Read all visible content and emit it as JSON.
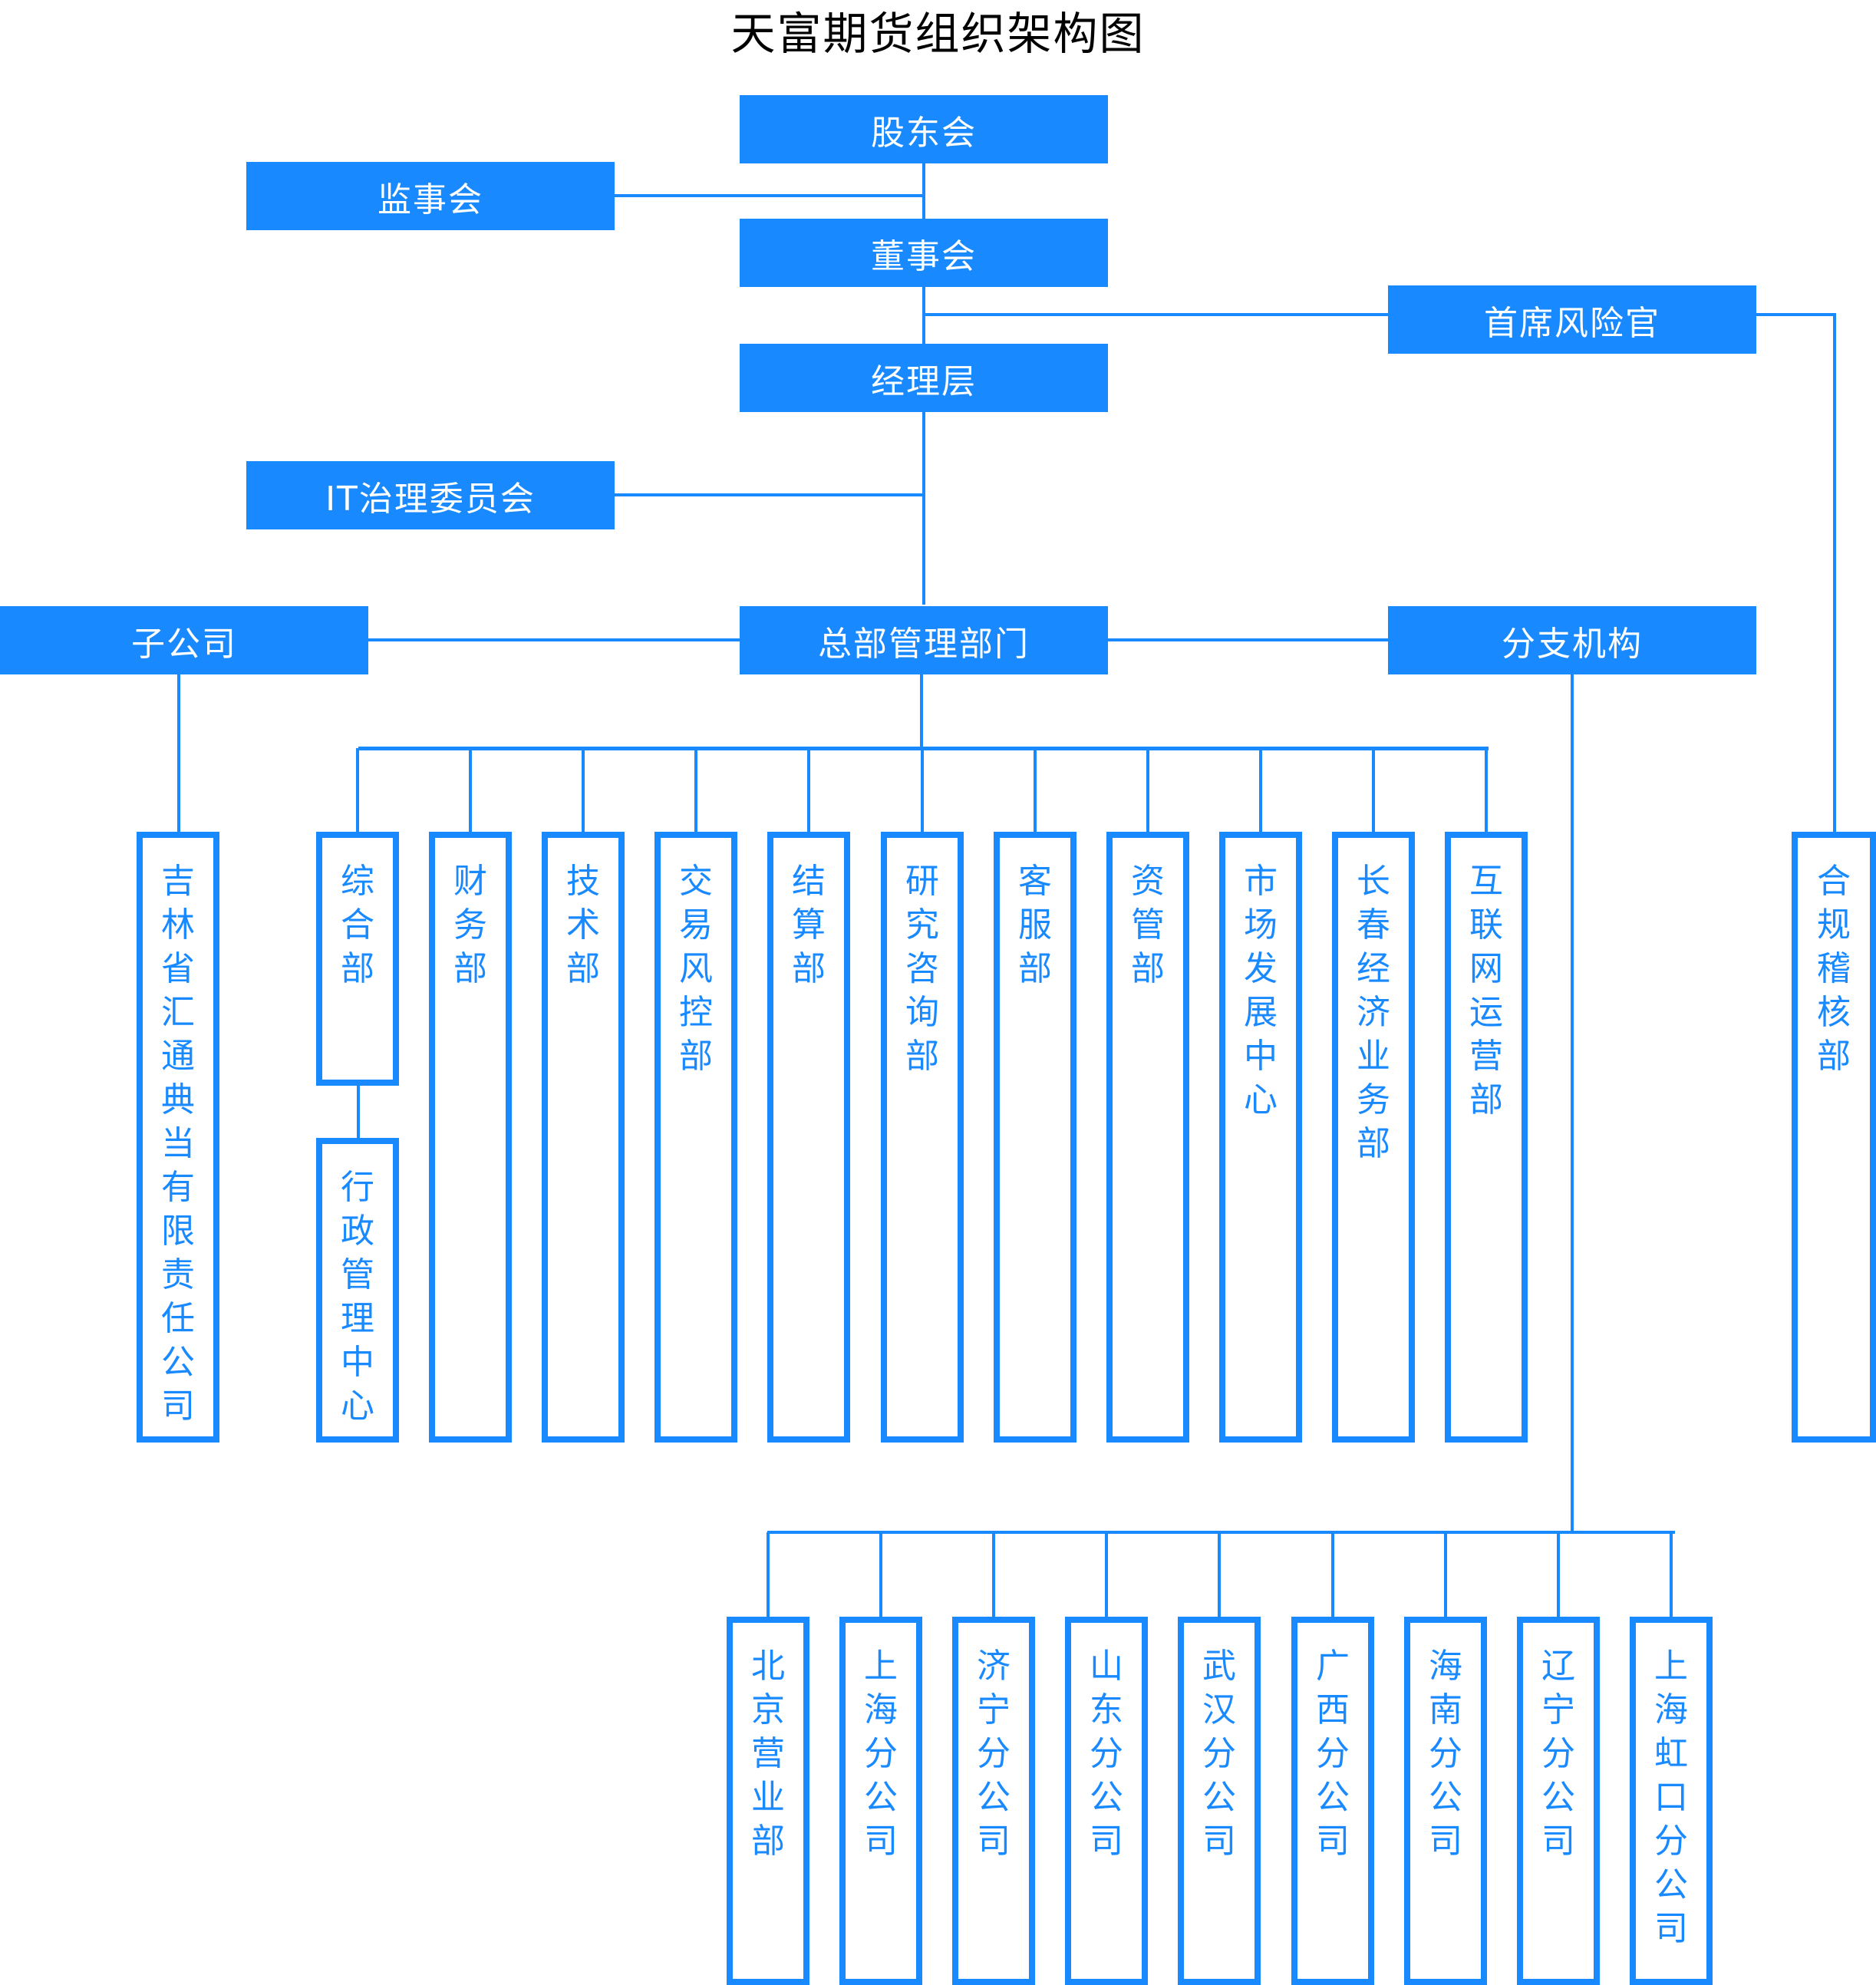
{
  "title": "天富期货组织架构图",
  "colors": {
    "primary": "#1889ff",
    "background": "#ffffff",
    "title": "#000000"
  },
  "top_nodes": {
    "shareholders": "股东会",
    "supervisors": "监事会",
    "board": "董事会",
    "cro": "首席风险官",
    "management": "经理层",
    "it_committee": "IT治理委员会",
    "subsidiaries": "子公司",
    "hq_departments": "总部管理部门",
    "branches": "分支机构"
  },
  "subsidiary_items": [
    "吉林省汇通典当有限责任公司"
  ],
  "hq_items": [
    "综合部",
    "财务部",
    "技术部",
    "交易风控部",
    "结算部",
    "研究咨询部",
    "客服部",
    "资管部",
    "市场发展中心",
    "长春经济业务部",
    "互联网运营部"
  ],
  "hq_sub_items": {
    "综合部": "行政管理中心"
  },
  "compliance": "合规稽核部",
  "branch_items": [
    "北京营业部",
    "上海分公司",
    "济宁分公司",
    "山东分公司",
    "武汉分公司",
    "广西分公司",
    "海南分公司",
    "辽宁分公司",
    "上海虹口分公司"
  ]
}
